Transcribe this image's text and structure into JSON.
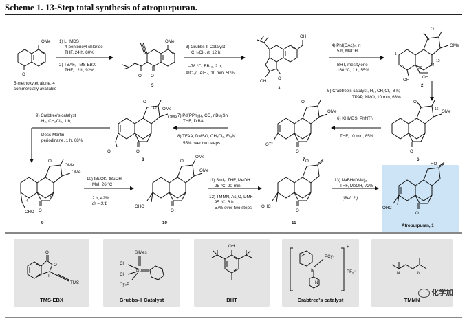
{
  "title": "Scheme 1. 13-Step total synthesis of atropurpuran.",
  "start": {
    "substituent": "OMe",
    "carbonyl": "O",
    "caption_line1": "5-methoxytetralone, 4",
    "caption_line2": "commercially available"
  },
  "steps": {
    "s1_a": "1) LHMDS",
    "s1_b": "4-pentenoyl chloride",
    "s1_c": "THF, 24 h, 80%",
    "s2_a": "2) TBAF, TMS-EBX",
    "s2_b": "THF, 12 h, 92%",
    "s3_a": "3) Grubbs-II Catalyst",
    "s3_b": "CH₂Cl₂, rt, 12 h;",
    "s3_c": "–78 °C, BBr₃, 2 h;",
    "s3_d": "AlCl₃/LiAlH₄, 10 min, 50%",
    "s4_a": "4) PhI(OAc)₂, rt",
    "s4_b": "5 h, MeOH;",
    "s4_c": "BHT, mesitylene",
    "s4_d": "160 °C, 1 h, 55%",
    "s5_a": "5) Crabtree's catalyst, H₂, CH₂Cl₂, 8 h;",
    "s5_b": "TPAP, NMO, 10 min, 63%",
    "s6_a": "6) KHMDS, PhNTf₂",
    "s6_b": "THF, 10 min, 85%",
    "s7_a": "7) Pd(PPh₃)₄, CO, nBu₃SnH",
    "s7_b": "THF; DIBAL",
    "s8_a": "8) TFAA, DMSO, CH₂Cl₂, Et₃N",
    "s8_b": "55% over two steps",
    "s9_a": "9) Crabtree's catalyst",
    "s9_b": "H₂, CH₂Cl₂, 1 h;",
    "s9_c": "Dess-Martin",
    "s9_d": "periodinane, 1 h, 68%",
    "s10_a": "10) tBuOK, tBuOH,",
    "s10_b": "MeI, 26 °C",
    "s10_c": "2 h, 42%",
    "s10_d": "dr = 3:1",
    "s11_a": "11) SmI₂, THF, MeOH",
    "s11_b": "25 °C, 20 min",
    "s12_a": "12) TMMN, Ac₂O, DMF",
    "s12_b": "95 °C, 6 h",
    "s12_c": "57% over two steps",
    "s13_a": "13) NaBH(OMe)₃",
    "s13_b": "THF, MeOH, 72%",
    "s13_c": "(Ref. 2 )"
  },
  "compounds": {
    "c5": "5",
    "c3": "3",
    "c2": "2",
    "c6": "6",
    "c7": "7",
    "c8": "8",
    "c9": "9",
    "c10": "10",
    "c11": "11",
    "final": "Atropurpuran, 1"
  },
  "atoms": {
    "oh": "OH",
    "ome": "OMe",
    "o": "O",
    "otf": "OTf",
    "ohc": "OHC",
    "cho": "CHO",
    "ho": "HO",
    "n4": "4",
    "n14": "14",
    "n15": "15",
    "n16": "16",
    "n20": "20",
    "n13": "13",
    "n1": "1",
    "n5": "5"
  },
  "reagents": [
    {
      "label": "TMS-EBX",
      "atoms": [
        "O",
        "O",
        "I",
        "TMS"
      ]
    },
    {
      "label": "Grubbs-II Catalyst",
      "atoms": [
        "SIMes",
        "Cl",
        "Cl",
        "Ru",
        "Cy₃P"
      ]
    },
    {
      "label": "BHT",
      "atoms": [
        "OH"
      ]
    },
    {
      "label": "Crabtree's catalyst",
      "atoms": [
        "PCy₃",
        "Ir",
        "N",
        "+",
        "PF₆⁻"
      ]
    },
    {
      "label": "TMMN",
      "atoms": [
        "N",
        "N"
      ]
    }
  ],
  "watermark": "化学加",
  "colors": {
    "highlight": "#cce4f5",
    "reagent_box": "#e4e4e4"
  }
}
